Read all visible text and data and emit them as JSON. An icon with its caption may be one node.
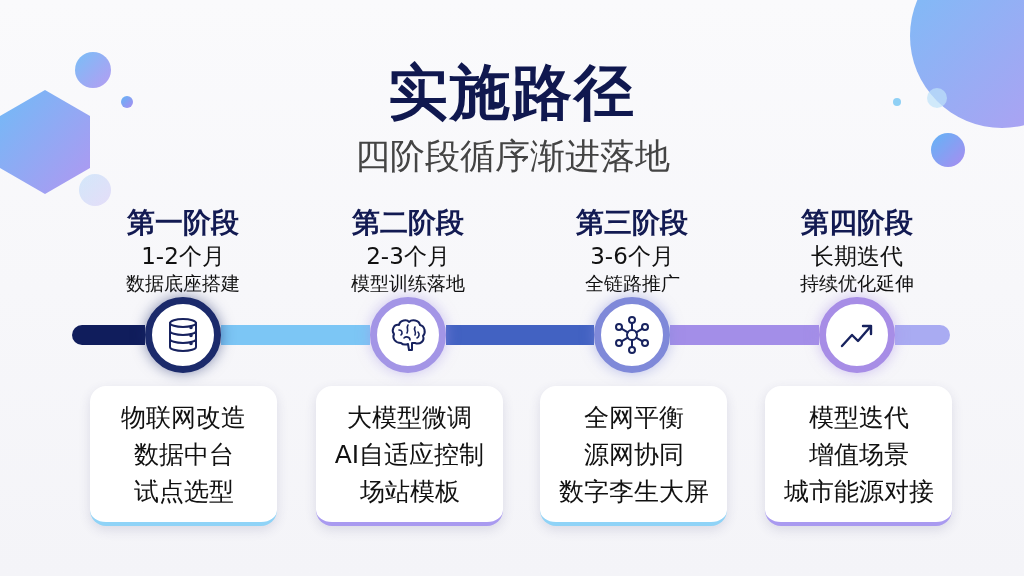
{
  "diagram": {
    "title": "实施路径",
    "nodes": [
      {
        "text": [],
        "shape": "circle",
        "beside": [
          "第一阶段",
          "1-2个月",
          "数据底座搭建"
        ]
      },
      {
        "text": [],
        "shape": "circle",
        "beside": [
          "第二阶段",
          "2-3个月",
          "模型训练落地"
        ]
      },
      {
        "text": [],
        "shape": "circle",
        "beside": [
          "第三阶段",
          "3-6个月",
          "全链路推广"
        ]
      },
      {
        "text": [],
        "shape": "circle",
        "beside": [
          "第四阶段",
          "长期迭代",
          "持续优化延伸"
        ]
      },
      {
        "text": [
          "物联网改造",
          "数据中台",
          "试点选型"
        ]
      },
      {
        "text": [
          "大模型微调",
          "AI自适应控制",
          "场站模板"
        ]
      },
      {
        "text": [
          "全网平衡",
          "源网协同",
          "数字李生大屏"
        ]
      },
      {
        "text": [
          "模型迭代",
          "增值场景",
          "城市能源对接"
        ]
      }
    ],
    "edges": [
      {
        "from": null,
        "to": 0,
        "arrow": "none",
        "color": "#101d5c"
      },
      {
        "from": 0,
        "to": 1,
        "arrow": "none",
        "color": "#7cc6f5"
      },
      {
        "from": 1,
        "to": 2,
        "arrow": "none",
        "color": "#4262c2"
      },
      {
        "from": 2,
        "to": 3,
        "arrow": "none",
        "color": "#a38ee8"
      },
      {
        "from": 3,
        "to": null,
        "arrow": "none",
        "color": "#a9abf2"
      }
    ],
    "labels": [
      "四阶段循序渐进落地"
    ]
  }
}
